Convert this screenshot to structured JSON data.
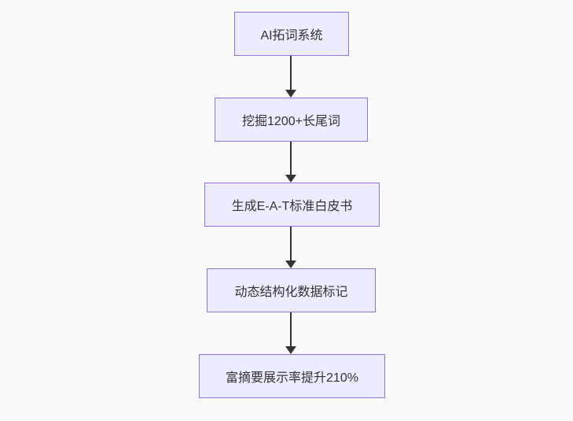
{
  "diagram": {
    "type": "flowchart-top-down",
    "nodes": [
      {
        "id": 1,
        "label": "AI拓词系统"
      },
      {
        "id": 2,
        "label": "挖掘1200+长尾词"
      },
      {
        "id": 3,
        "label": "生成E-A-T标准白皮书"
      },
      {
        "id": 4,
        "label": "动态结构化数据标记"
      },
      {
        "id": 5,
        "label": "富摘要展示率提升210%"
      }
    ],
    "edges": [
      {
        "from": 1,
        "to": 2
      },
      {
        "from": 2,
        "to": 3
      },
      {
        "from": 3,
        "to": 4
      },
      {
        "from": 4,
        "to": 5
      }
    ],
    "colors": {
      "background": "#fafafa",
      "node_fill": "#ECECFF",
      "node_border": "#9370DB",
      "edge": "#333333",
      "text": "#333333"
    }
  }
}
